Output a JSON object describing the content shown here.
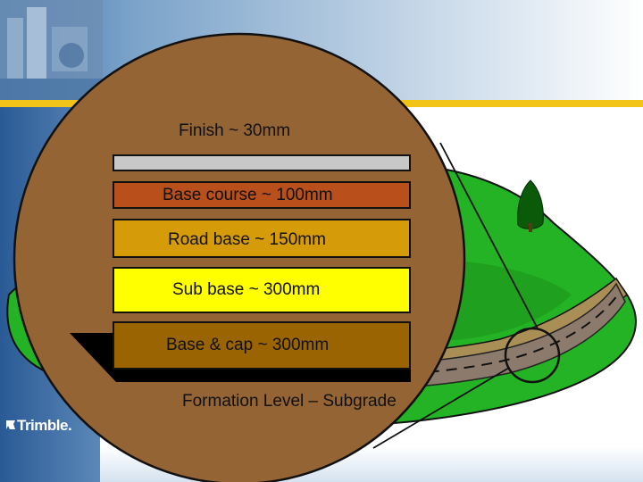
{
  "colors": {
    "background_top": "#4a80b8",
    "background_band": "#f2c41a",
    "background_side": "#2d5f9a",
    "circle_fill": "#946434",
    "grass": "#22b422",
    "road": "#8c7b6c",
    "finish": "#c8c8c8",
    "base_course": "#b9501c",
    "road_base": "#d69b08",
    "sub_base": "#ffff00",
    "base_cap": "#9a6402",
    "formation_wedge": "#000000"
  },
  "layers": {
    "finish": "Finish ~ 30mm",
    "base_course": "Base course ~ 100mm",
    "road_base": "Road base ~ 150mm",
    "sub_base": "Sub base ~ 300mm",
    "base_cap": "Base & cap ~ 300mm",
    "formation": "Formation Level – Subgrade"
  },
  "logo": {
    "text": "Trimble."
  }
}
